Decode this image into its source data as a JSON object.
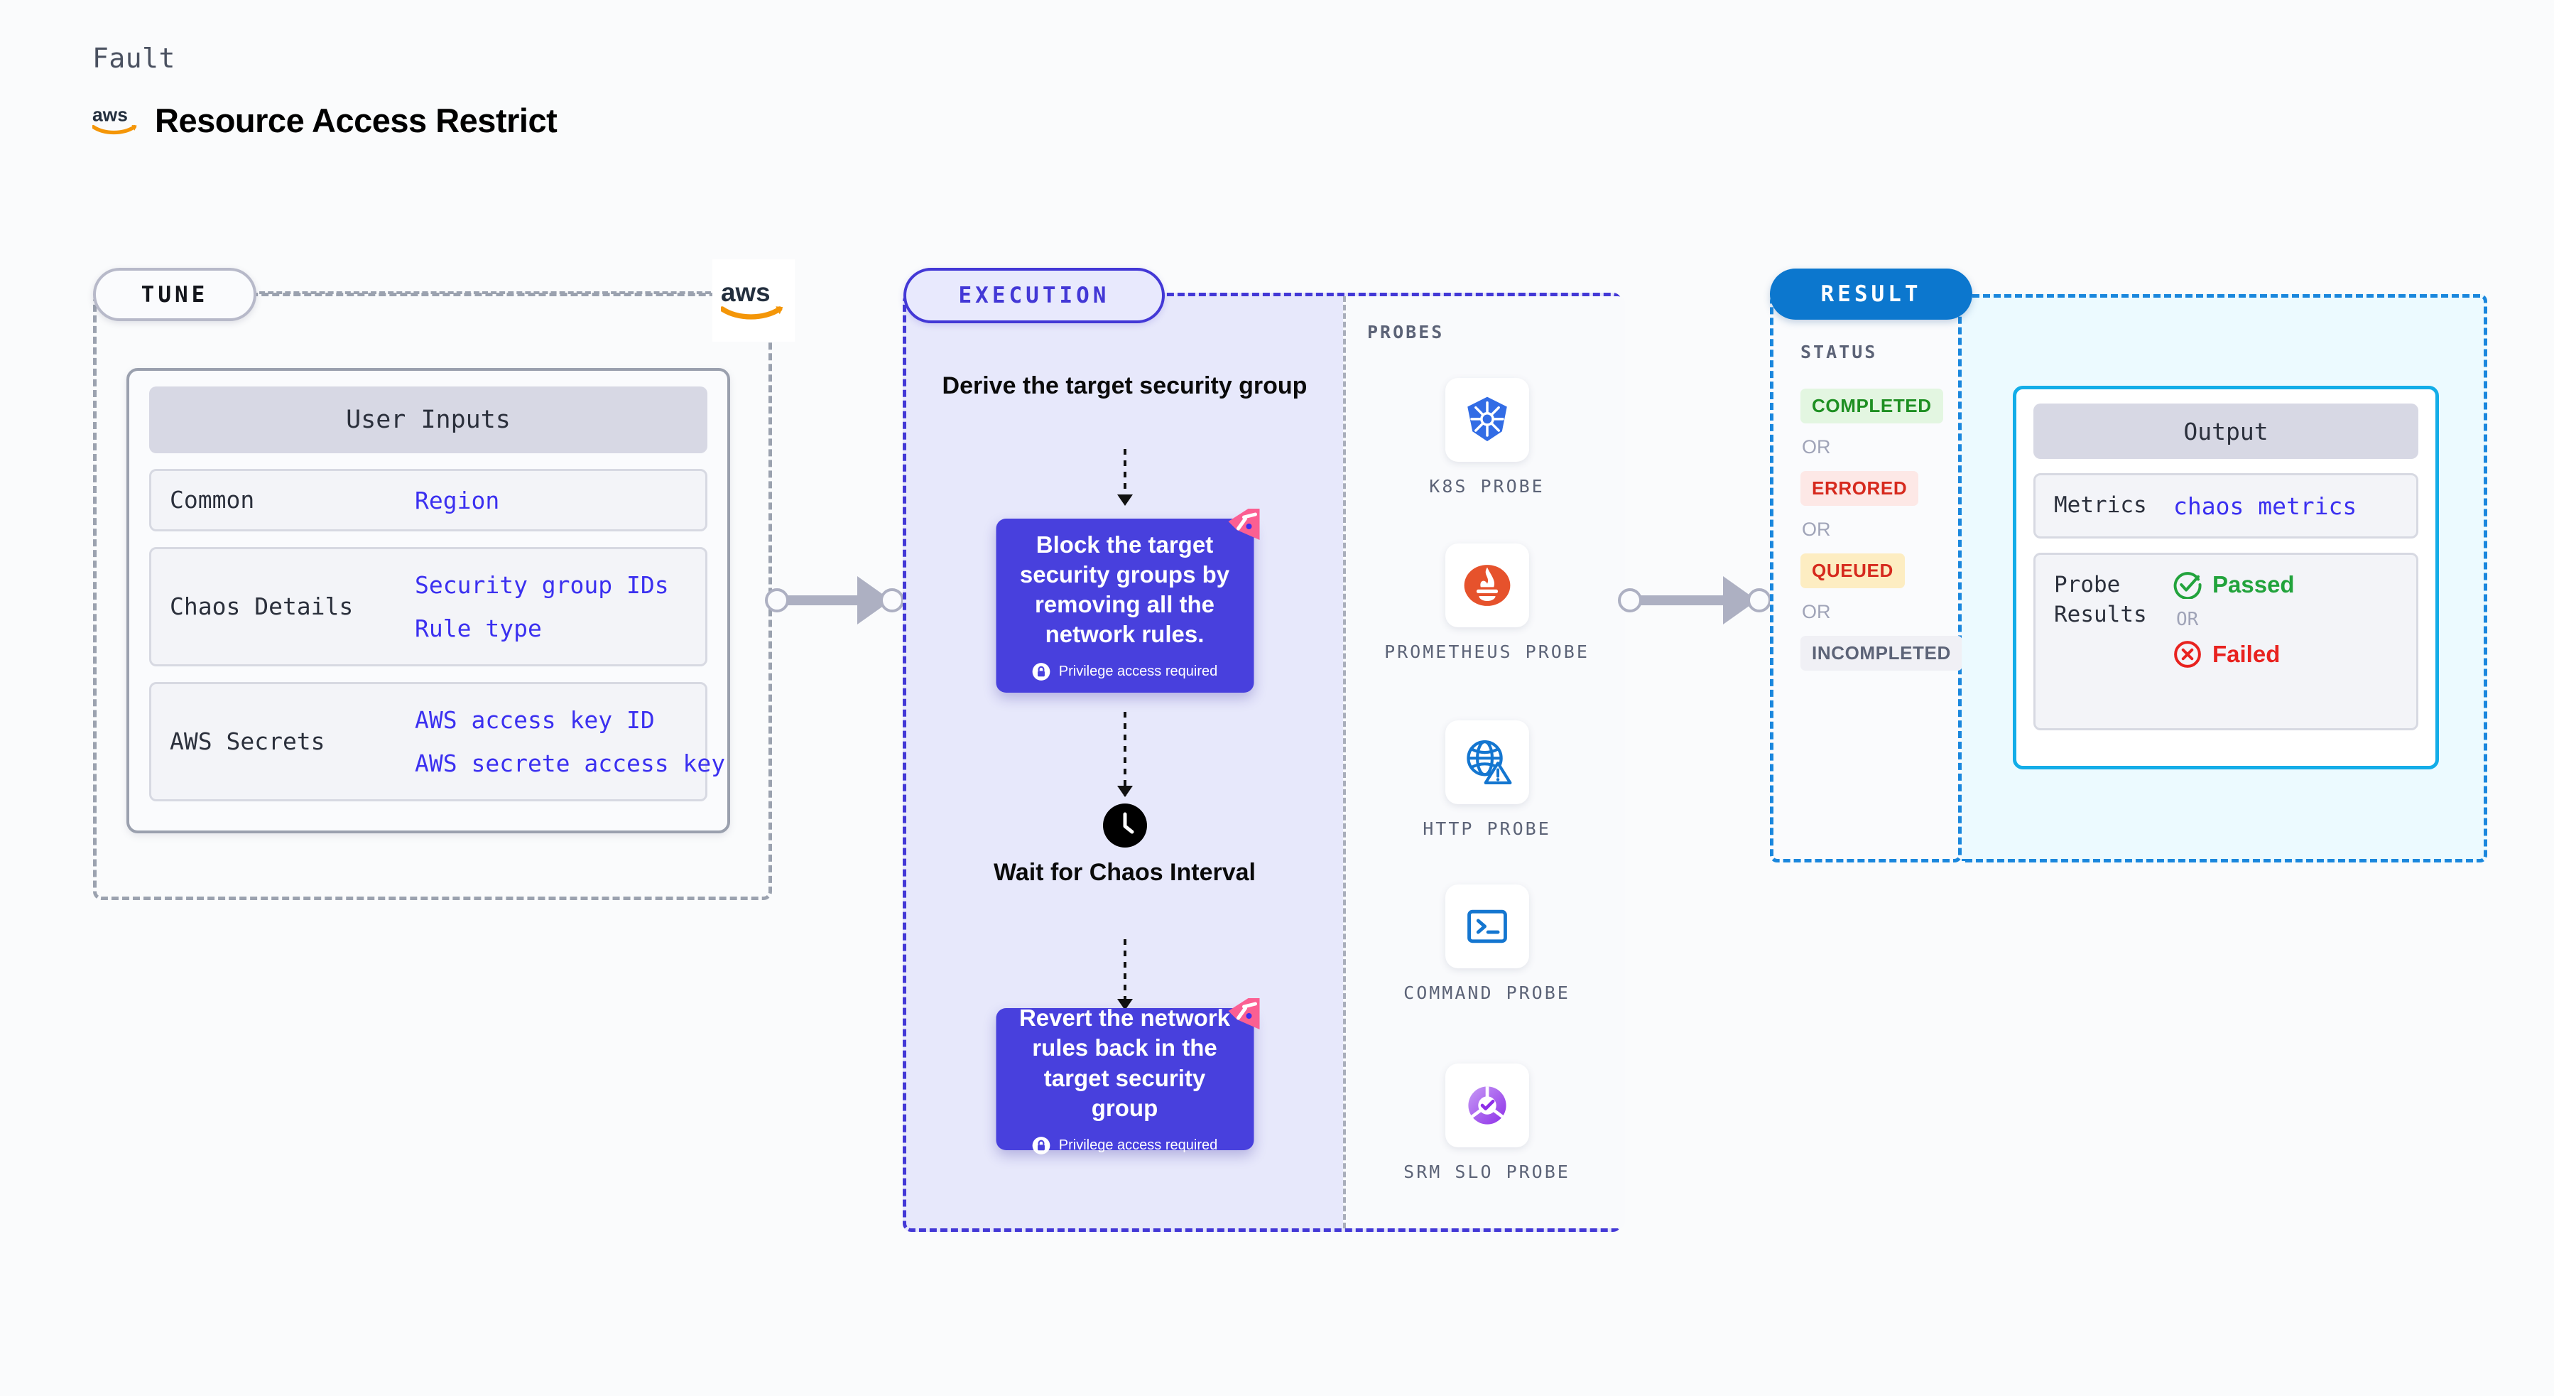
{
  "header": {
    "kicker": "Fault",
    "title": "Resource Access Restrict",
    "logo_icon": "aws-logo"
  },
  "tune": {
    "pill_label": "TUNE",
    "badge_icon": "aws-logo",
    "card": {
      "header": "User Inputs",
      "rows": [
        {
          "key": "Common",
          "values": [
            "Region"
          ]
        },
        {
          "key": "Chaos Details",
          "values": [
            "Security group IDs",
            "Rule type"
          ]
        },
        {
          "key": "AWS Secrets",
          "values": [
            "AWS access key ID",
            "AWS secrete access key"
          ]
        }
      ]
    }
  },
  "execution": {
    "pill_label": "EXECUTION",
    "steps": {
      "derive": "Derive the target security group",
      "block_card": "Block the target security groups by removing all the network rules.",
      "block_card_note": "Privilege access required",
      "wait": "Wait for Chaos Interval",
      "wait_icon": "clock-icon",
      "revert_card": "Revert the network rules back in the target security group",
      "revert_card_note": "Privilege access required",
      "note_icon": "lock-icon",
      "corner_icon": "chaos-badge-icon"
    },
    "probes": {
      "title": "PROBES",
      "items": [
        {
          "label": "K8S PROBE",
          "icon": "kubernetes-icon"
        },
        {
          "label": "PROMETHEUS PROBE",
          "icon": "prometheus-icon"
        },
        {
          "label": "HTTP PROBE",
          "icon": "http-globe-icon"
        },
        {
          "label": "COMMAND PROBE",
          "icon": "terminal-icon"
        },
        {
          "label": "SRM SLO PROBE",
          "icon": "srm-slo-icon"
        }
      ]
    }
  },
  "result": {
    "pill_label": "RESULT",
    "status_title": "STATUS",
    "or_label": "OR",
    "statuses": [
      {
        "label": "COMPLETED",
        "text_color": "#1e8f22",
        "bg_color": "#e3f6e1"
      },
      {
        "label": "ERRORED",
        "text_color": "#d62a1e",
        "bg_color": "#fde8e6"
      },
      {
        "label": "QUEUED",
        "text_color": "#d62a1e",
        "bg_color": "#fdedc2"
      },
      {
        "label": "INCOMPLETED",
        "text_color": "#5c6377",
        "bg_color": "#f0f0f5"
      }
    ],
    "output": {
      "header": "Output",
      "metrics_key": "Metrics",
      "metrics_value": "chaos metrics",
      "probe_key": "Probe Results",
      "passed_label": "Passed",
      "passed_icon": "check-circle-icon",
      "failed_label": "Failed",
      "failed_icon": "x-circle-icon",
      "or_label": "OR"
    }
  },
  "colors": {
    "accent_purple": "#4338d6",
    "accent_blue": "#0c77ce",
    "card_purple": "#4840dd",
    "value_blue": "#3b30f0",
    "aws_orange": "#f49608",
    "badge_pink": "#fb5f92"
  }
}
